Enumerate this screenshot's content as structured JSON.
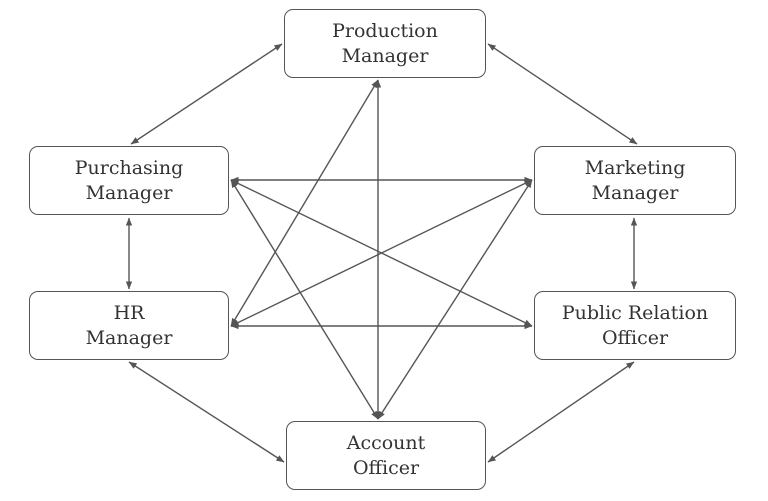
{
  "nodes": {
    "production": {
      "line1": "Production",
      "line2": "Manager"
    },
    "purchasing": {
      "line1": "Purchasing",
      "line2": "Manager"
    },
    "marketing": {
      "line1": "Marketing",
      "line2": "Manager"
    },
    "hr": {
      "line1": "HR",
      "line2": "Manager"
    },
    "pr": {
      "line1": "Public Relation",
      "line2": "Officer"
    },
    "account": {
      "line1": "Account",
      "line2": "Officer"
    }
  },
  "edges": [
    [
      "production",
      "purchasing"
    ],
    [
      "production",
      "marketing"
    ],
    [
      "production",
      "account"
    ],
    [
      "production",
      "hr"
    ],
    [
      "purchasing",
      "hr"
    ],
    [
      "marketing",
      "pr"
    ],
    [
      "purchasing",
      "marketing"
    ],
    [
      "purchasing",
      "pr"
    ],
    [
      "purchasing",
      "account"
    ],
    [
      "hr",
      "marketing"
    ],
    [
      "hr",
      "pr"
    ],
    [
      "hr",
      "account"
    ],
    [
      "marketing",
      "account"
    ],
    [
      "pr",
      "account"
    ]
  ],
  "colors": {
    "line": "#555555",
    "text": "#333333",
    "border": "#555555"
  }
}
